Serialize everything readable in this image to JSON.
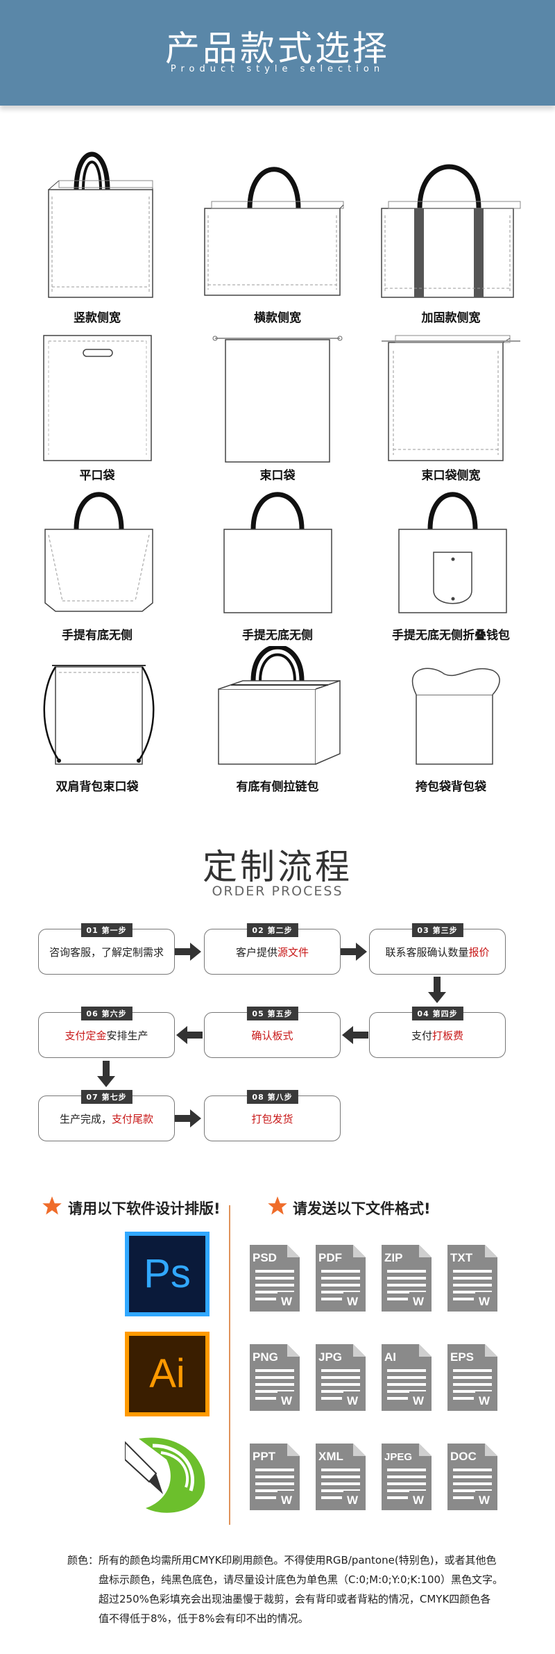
{
  "header": {
    "title": "产品款式选择",
    "subtitle": "Product style selection",
    "bg_color": "#5a87a8"
  },
  "bags": [
    {
      "label": "竖款侧宽",
      "icon": "tall-side-gusset-bag-icon"
    },
    {
      "label": "横款侧宽",
      "icon": "wide-side-gusset-bag-icon"
    },
    {
      "label": "加固款侧宽",
      "icon": "reinforced-side-gusset-bag-icon"
    },
    {
      "label": "平口袋",
      "icon": "flat-die-cut-bag-icon"
    },
    {
      "label": "束口袋",
      "icon": "drawstring-bag-icon"
    },
    {
      "label": "束口袋侧宽",
      "icon": "drawstring-gusset-bag-icon"
    },
    {
      "label": "手提有底无侧",
      "icon": "handle-bottom-no-side-bag-icon"
    },
    {
      "label": "手提无底无侧",
      "icon": "handle-no-bottom-no-side-bag-icon"
    },
    {
      "label": "手提无底无侧折叠钱包",
      "icon": "foldable-pouch-bag-icon"
    },
    {
      "label": "双肩背包束口袋",
      "icon": "backpack-drawstring-bag-icon"
    },
    {
      "label": "有底有侧拉链包",
      "icon": "zipper-box-bag-icon"
    },
    {
      "label": "挎包袋背包袋",
      "icon": "shoulder-bag-icon"
    }
  ],
  "process": {
    "title": "定制流程",
    "subtitle": "ORDER PROCESS",
    "steps": [
      {
        "tag": "01 第一步",
        "text": "咨询客服，了解定制需求",
        "highlight": ""
      },
      {
        "tag": "02 第二步",
        "text": "客户提供",
        "highlight": "源文件"
      },
      {
        "tag": "03 第三步",
        "text": "联系客服确认数量",
        "highlight": "报价"
      },
      {
        "tag": "04 第四步",
        "text": "支付",
        "highlight": "打板费"
      },
      {
        "tag": "05 第五步",
        "text": "",
        "highlight": "确认板式"
      },
      {
        "tag": "06 第六步",
        "text": "安排生产",
        "highlight": "支付定金"
      },
      {
        "tag": "07 第七步",
        "text": "生产完成，",
        "highlight": "支付尾款"
      },
      {
        "tag": "08 第八步",
        "text": "",
        "highlight": "打包发货"
      }
    ],
    "accent": "#c81818"
  },
  "software": {
    "heading": "请用以下软件设计排版!",
    "items": [
      {
        "label": "Ps",
        "icon": "photoshop-icon",
        "color": "#31a8ff"
      },
      {
        "label": "Ai",
        "icon": "illustrator-icon",
        "color": "#ff9a00"
      },
      {
        "label": "",
        "icon": "coreldraw-icon",
        "color": "#6cbf2c"
      }
    ]
  },
  "formats": {
    "heading": "请发送以下文件格式!",
    "items": [
      "PSD",
      "PDF",
      "ZIP",
      "TXT",
      "PNG",
      "JPG",
      "AI",
      "EPS",
      "PPT",
      "XML",
      "JPEG",
      "DOC"
    ],
    "badge": "W",
    "star_color": "#ef6c2a"
  },
  "notes": {
    "label": "颜色：",
    "lines": [
      "所有的颜色均需所用CMYK印刷用颜色。不得使用RGB/pantone(特别色)，或者其他色",
      "盘标示颜色，纯黑色底色，请尽量设计底色为单色黑（C:0;M:0;Y:0;K:100）黑色文字。",
      "超过250%色彩填充会出现油墨慢于裁剪，会有背印或者背粘的情况，CMYK四颜色各",
      "值不得低于8%，低于8%会有印不出的情况。"
    ]
  }
}
